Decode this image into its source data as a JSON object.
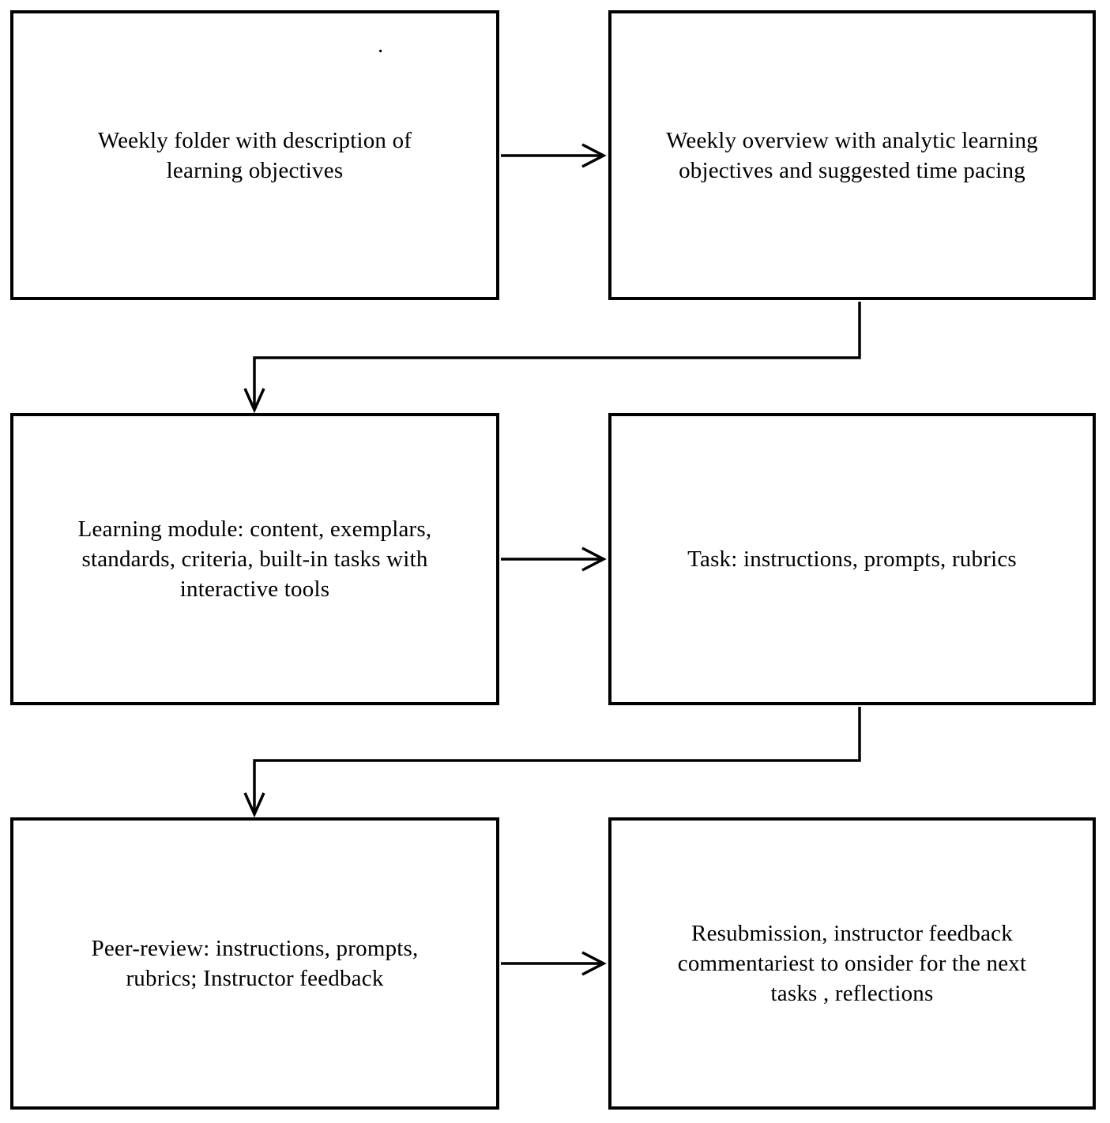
{
  "colors": {
    "ink": "#000000",
    "paper": "#ffffff"
  },
  "diagram": {
    "stray_mark": ".",
    "boxes": [
      {
        "name": "weekly-folder",
        "text": "Weekly folder with description of\nlearning objectives"
      },
      {
        "name": "weekly-overview",
        "text": "Weekly overview with analytic learning\nobjectives and suggested time pacing"
      },
      {
        "name": "learning-module",
        "text": "Learning module: content, exemplars,\nstandards, criteria, built-in tasks with\ninteractive tools"
      },
      {
        "name": "task",
        "text": "Task: instructions, prompts, rubrics"
      },
      {
        "name": "peer-review",
        "text": "Peer-review: instructions, prompts,\nrubrics; Instructor feedback"
      },
      {
        "name": "resubmission",
        "text": "Resubmission, instructor feedback\ncommentariest to onsider for the next\ntasks , reflections"
      }
    ],
    "connections": [
      {
        "from": "weekly-folder",
        "to": "weekly-overview",
        "shape": "straight-right-arrow"
      },
      {
        "from": "weekly-overview",
        "to": "learning-module",
        "shape": "elbow-down-arrow"
      },
      {
        "from": "learning-module",
        "to": "task",
        "shape": "straight-right-arrow"
      },
      {
        "from": "task",
        "to": "peer-review",
        "shape": "elbow-down-arrow"
      },
      {
        "from": "peer-review",
        "to": "resubmission",
        "shape": "straight-right-arrow"
      }
    ]
  }
}
